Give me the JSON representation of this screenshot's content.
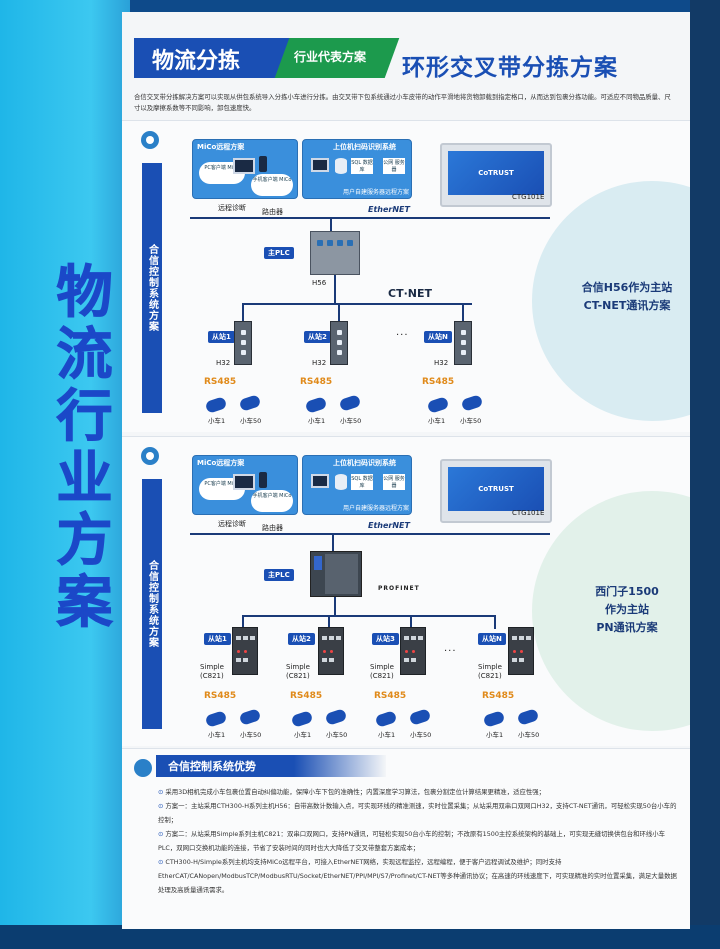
{
  "side_title": "物流行业方案",
  "header": {
    "tag_main": "物流分拣",
    "tag_sub": "行业代表方案",
    "title": "环形交叉带分拣方案"
  },
  "intro": "合信交叉带分拣解决方案可以实现从供包系统导入分拣小车进行分拣。由交叉带下包系统通过小车皮带的动作平滑地将货物卸载到指定格口，从而达到包裹分拣功能。可适应不同物品质量、尺寸以及摩擦系数等不同影响，卸包速度快。",
  "sections": [
    {
      "side_label": "合信控制系统方案",
      "mico_title": "MiCo远程方案",
      "cloud_pc": "PC客户端 MiCo",
      "cloud_phone": "手机客户端 MiCo",
      "remote_diag": "远程诊断",
      "router": "路由器",
      "sys_title": "上位机扫码识别系统",
      "sql": "SQL 数据库",
      "public_server": "公网 服务器",
      "sys_foot": "用户自建服务器远程方案",
      "hmi_brand": "CoTRUST",
      "hmi_model": "CTG101E",
      "ethernet": "EtherNET",
      "main_plc_tag": "主PLC",
      "main_plc_model": "H56",
      "bus": "CT·NET",
      "circle_line1": "合信H56作为主站",
      "circle_line2": "CT-NET通讯方案",
      "slaves": [
        {
          "tag": "从站1",
          "model": "H32",
          "bus": "RS485",
          "car1": "小车1",
          "car2": "小车50"
        },
        {
          "tag": "从站2",
          "model": "H32",
          "bus": "RS485",
          "car1": "小车1",
          "car2": "小车50"
        },
        {
          "tag": "从站N",
          "model": "H32",
          "bus": "RS485",
          "car1": "小车1",
          "car2": "小车50"
        }
      ],
      "dots": "..."
    },
    {
      "side_label": "合信控制系统方案",
      "mico_title": "MiCo远程方案",
      "cloud_pc": "PC客户端 MiCo",
      "cloud_phone": "手机客户端 MiCo",
      "remote_diag": "远程诊断",
      "router": "路由器",
      "sys_title": "上位机扫码识别系统",
      "sql": "SQL 数据库",
      "public_server": "公网 服务器",
      "sys_foot": "用户自建服务器远程方案",
      "hmi_brand": "CoTRUST",
      "hmi_model": "CTG101E",
      "ethernet": "EtherNET",
      "main_plc_tag": "主PLC",
      "profinet": "PROFINET",
      "circle_line1": "西门子1500",
      "circle_line2": "作为主站",
      "circle_line3": "PN通讯方案",
      "slaves": [
        {
          "tag": "从站1",
          "model": "Simple (C821)",
          "bus": "RS485",
          "car1": "小车1",
          "car2": "小车50"
        },
        {
          "tag": "从站2",
          "model": "Simple (C821)",
          "bus": "RS485",
          "car1": "小车1",
          "car2": "小车50"
        },
        {
          "tag": "从站3",
          "model": "Simple (C821)",
          "bus": "RS485",
          "car1": "小车1",
          "car2": "小车50"
        },
        {
          "tag": "从站N",
          "model": "Simple (C821)",
          "bus": "RS485",
          "car1": "小车1",
          "car2": "小车50"
        }
      ],
      "dots": "..."
    }
  ],
  "advantages": {
    "title": "合信控制系统优势",
    "items": [
      "采用3D相机完成小车包裹位置自动纠偏功能，保障小车下包的准确性；内置深度学习算法，包裹分割定位计算结果更精准，适应性强；",
      "方案一：主站采用CTH300-H系列主机H56：自带高数计数输入点，可实现环线的精准测速，实时位置采集；从站采用双串口双网口H32，支持CT-NET通讯，可轻松实现50台小车的控制；",
      "方案二：从站采用Simple系列主机C821：双串口双网口，支持PN通讯，可轻松实现50台小车的控制；不改原有1500主控系统架构的基础上，可实现无缝切换供包台和环线小车PLC，双网口交换机功能的连接，节省了安装时间的同时也大大降低了交叉带整套方案成本；",
      "CTH300-H/Simple系列主机均支持MiCo远程平台，可接入EtherNET网络，实现远程监控，远程编程，便于客户远程调试及维护；同时支持EtherCAT/CANopen/ModbusTCP/ModbusRTU/Socket/EtherNET/PPI/MPI/S7/Profinet/CT-NET等多种通讯协议；在高速的环线速度下，可实现精准的实时位置采集，满足大量数据处理及高质量通讯需求。"
    ]
  },
  "colors": {
    "brand_blue": "#1a4fb4",
    "accent_green": "#1c9a4d",
    "side_text": "#1b48c8",
    "rs485": "#e08a1a"
  }
}
